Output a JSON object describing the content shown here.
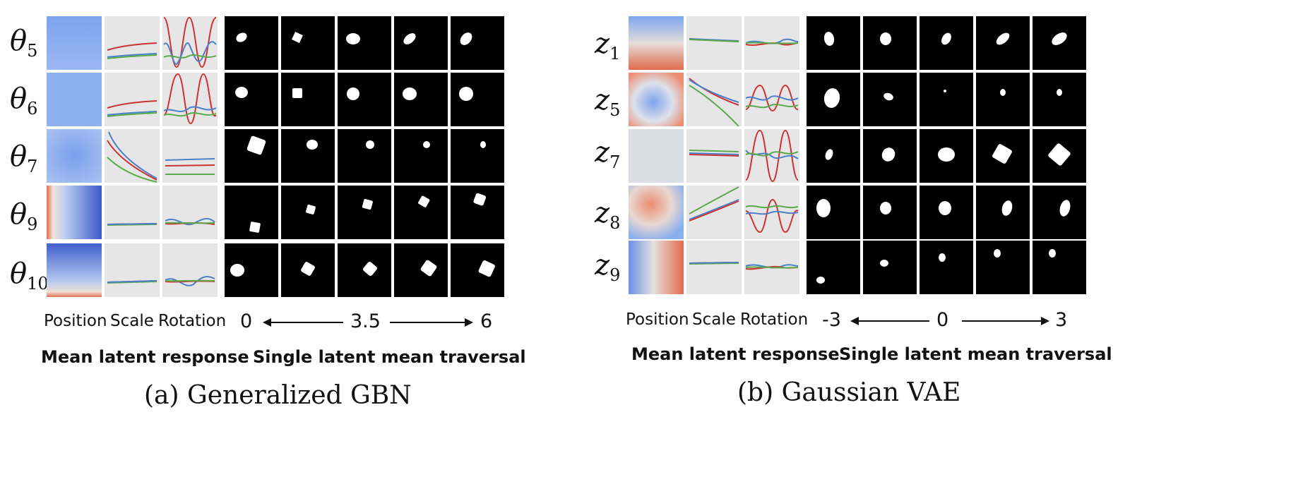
{
  "panels": [
    {
      "caption": "(a) Generalized GBN",
      "rows": [
        {
          "symbol": "θ",
          "sub": "5"
        },
        {
          "symbol": "θ",
          "sub": "6"
        },
        {
          "symbol": "θ",
          "sub": "7"
        },
        {
          "symbol": "θ",
          "sub": "9"
        },
        {
          "symbol": "θ",
          "sub": "10"
        }
      ],
      "col_labels": {
        "position": "Position",
        "scale": "Scale",
        "rotation": "Rotation"
      },
      "traversal_axis": {
        "left": "0",
        "mid": "3.5",
        "right": "6"
      },
      "mean_latent_response": "Mean latent response",
      "single_latent_traversal": "Single latent mean traversal"
    },
    {
      "caption": "(b) Gaussian VAE",
      "rows": [
        {
          "symbol": "z",
          "sub": "1"
        },
        {
          "symbol": "z",
          "sub": "5"
        },
        {
          "symbol": "z",
          "sub": "7"
        },
        {
          "symbol": "z",
          "sub": "8"
        },
        {
          "symbol": "z",
          "sub": "9"
        }
      ],
      "col_labels": {
        "position": "Position",
        "scale": "Scale",
        "rotation": "Rotation"
      },
      "traversal_axis": {
        "left": "-3",
        "mid": "0",
        "right": "3"
      },
      "mean_latent_response": "Mean latent response",
      "single_latent_traversal": "Single latent mean traversal"
    }
  ],
  "colors": {
    "red": "#cc3333",
    "blue": "#4a7fc9",
    "green": "#5aaa4a",
    "cell_bg": "#e6e6e6",
    "tile_bg": "#000000"
  }
}
